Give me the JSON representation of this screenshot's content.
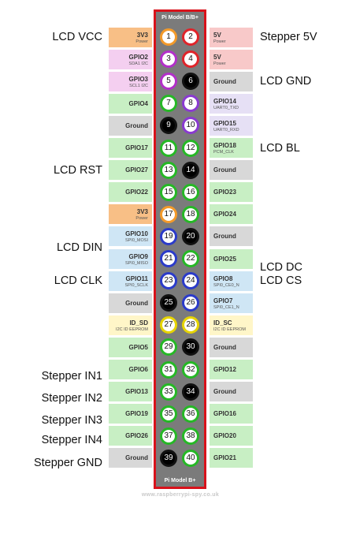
{
  "board": {
    "header_top": "Pi Model B/B+",
    "header_bottom": "Pi Model B+"
  },
  "watermark": "www.raspberrypi-spy.co.uk",
  "colors": {
    "power3v3": "#f8bf86",
    "power5v": "#f8c9c9",
    "ground": "#d8d8d8",
    "gpio": "#c8efc4",
    "i2c": "#f4cff0",
    "spi": "#cfe6f5",
    "uart": "#e6e0f5",
    "eeprom": "#fff6c8",
    "board_border": "#d8121b"
  },
  "ring_colors": {
    "power3v3": "#f39a2a",
    "power5v": "#e0242a",
    "ground": "#111111",
    "gpio": "#26b826",
    "i2c": "#b230c9",
    "spi": "#2b3bc9",
    "uart": "#8a3ad0",
    "eeprom": "#e6d400"
  },
  "rows": [
    {
      "left": {
        "pin": "1",
        "name": "3V3",
        "sub": "Power",
        "type": "power3v3"
      },
      "right": {
        "pin": "2",
        "name": "5V",
        "sub": "Power",
        "type": "power5v"
      }
    },
    {
      "left": {
        "pin": "3",
        "name": "GPIO2",
        "sub": "SDA1 I2C",
        "type": "i2c"
      },
      "right": {
        "pin": "4",
        "name": "5V",
        "sub": "Power",
        "type": "power5v"
      }
    },
    {
      "left": {
        "pin": "5",
        "name": "GPIO3",
        "sub": "SCL1 I2C",
        "type": "i2c"
      },
      "right": {
        "pin": "6",
        "name": "Ground",
        "sub": "",
        "type": "ground"
      }
    },
    {
      "left": {
        "pin": "7",
        "name": "GPIO4",
        "sub": "",
        "type": "gpio"
      },
      "right": {
        "pin": "8",
        "name": "GPIO14",
        "sub": "UART0_TXD",
        "type": "uart"
      }
    },
    {
      "left": {
        "pin": "9",
        "name": "Ground",
        "sub": "",
        "type": "ground"
      },
      "right": {
        "pin": "10",
        "name": "GPIO15",
        "sub": "UART0_RXD",
        "type": "uart"
      }
    },
    {
      "left": {
        "pin": "11",
        "name": "GPIO17",
        "sub": "",
        "type": "gpio"
      },
      "right": {
        "pin": "12",
        "name": "GPIO18",
        "sub": "PCM_CLK",
        "type": "gpio"
      }
    },
    {
      "left": {
        "pin": "13",
        "name": "GPIO27",
        "sub": "",
        "type": "gpio"
      },
      "right": {
        "pin": "14",
        "name": "Ground",
        "sub": "",
        "type": "ground"
      }
    },
    {
      "left": {
        "pin": "15",
        "name": "GPIO22",
        "sub": "",
        "type": "gpio"
      },
      "right": {
        "pin": "16",
        "name": "GPIO23",
        "sub": "",
        "type": "gpio"
      }
    },
    {
      "left": {
        "pin": "17",
        "name": "3V3",
        "sub": "Power",
        "type": "power3v3"
      },
      "right": {
        "pin": "18",
        "name": "GPIO24",
        "sub": "",
        "type": "gpio"
      }
    },
    {
      "left": {
        "pin": "19",
        "name": "GPIO10",
        "sub": "SPI0_MOSI",
        "type": "spi"
      },
      "right": {
        "pin": "20",
        "name": "Ground",
        "sub": "",
        "type": "ground"
      }
    },
    {
      "left": {
        "pin": "21",
        "name": "GPIO9",
        "sub": "SPI0_MISO",
        "type": "spi"
      },
      "right": {
        "pin": "22",
        "name": "GPIO25",
        "sub": "",
        "type": "gpio"
      }
    },
    {
      "left": {
        "pin": "23",
        "name": "GPIO11",
        "sub": "SPI0_SCLK",
        "type": "spi"
      },
      "right": {
        "pin": "24",
        "name": "GPIO8",
        "sub": "SPI0_CE0_N",
        "type": "spi"
      }
    },
    {
      "left": {
        "pin": "25",
        "name": "Ground",
        "sub": "",
        "type": "ground"
      },
      "right": {
        "pin": "26",
        "name": "GPIO7",
        "sub": "SPI0_CE1_N",
        "type": "spi"
      }
    },
    {
      "left": {
        "pin": "27",
        "name": "ID_SD",
        "sub": "I2C ID EEPROM",
        "type": "eeprom"
      },
      "right": {
        "pin": "28",
        "name": "ID_SC",
        "sub": "I2C ID EEPROM",
        "type": "eeprom"
      }
    },
    {
      "left": {
        "pin": "29",
        "name": "GPIO5",
        "sub": "",
        "type": "gpio"
      },
      "right": {
        "pin": "30",
        "name": "Ground",
        "sub": "",
        "type": "ground"
      }
    },
    {
      "left": {
        "pin": "31",
        "name": "GPIO6",
        "sub": "",
        "type": "gpio"
      },
      "right": {
        "pin": "32",
        "name": "GPIO12",
        "sub": "",
        "type": "gpio"
      }
    },
    {
      "left": {
        "pin": "33",
        "name": "GPIO13",
        "sub": "",
        "type": "gpio"
      },
      "right": {
        "pin": "34",
        "name": "Ground",
        "sub": "",
        "type": "ground"
      }
    },
    {
      "left": {
        "pin": "35",
        "name": "GPIO19",
        "sub": "",
        "type": "gpio"
      },
      "right": {
        "pin": "36",
        "name": "GPIO16",
        "sub": "",
        "type": "gpio"
      }
    },
    {
      "left": {
        "pin": "37",
        "name": "GPIO26",
        "sub": "",
        "type": "gpio"
      },
      "right": {
        "pin": "38",
        "name": "GPIO20",
        "sub": "",
        "type": "gpio"
      }
    },
    {
      "left": {
        "pin": "39",
        "name": "Ground",
        "sub": "",
        "type": "ground"
      },
      "right": {
        "pin": "40",
        "name": "GPIO21",
        "sub": "",
        "type": "gpio"
      }
    }
  ],
  "annotations": {
    "left": [
      {
        "text": "LCD VCC",
        "row": 0
      },
      {
        "text": "LCD RST",
        "row": 6
      },
      {
        "text": "LCD DIN",
        "row": 9.5
      },
      {
        "text": "LCD CLK",
        "row": 11
      },
      {
        "text": "Stepper IN1",
        "row": 15.3
      },
      {
        "text": "Stepper IN2",
        "row": 16.3
      },
      {
        "text": "Stepper IN3",
        "row": 17.3
      },
      {
        "text": "Stepper IN4",
        "row": 18.2
      },
      {
        "text": "Stepper GND",
        "row": 19.2
      }
    ],
    "right": [
      {
        "text": "Stepper 5V",
        "row": 0
      },
      {
        "text": "LCD GND",
        "row": 2
      },
      {
        "text": "LCD BL",
        "row": 5
      },
      {
        "text": "LCD DC",
        "row": 10.4
      },
      {
        "text": "LCD CS",
        "row": 11
      }
    ]
  }
}
